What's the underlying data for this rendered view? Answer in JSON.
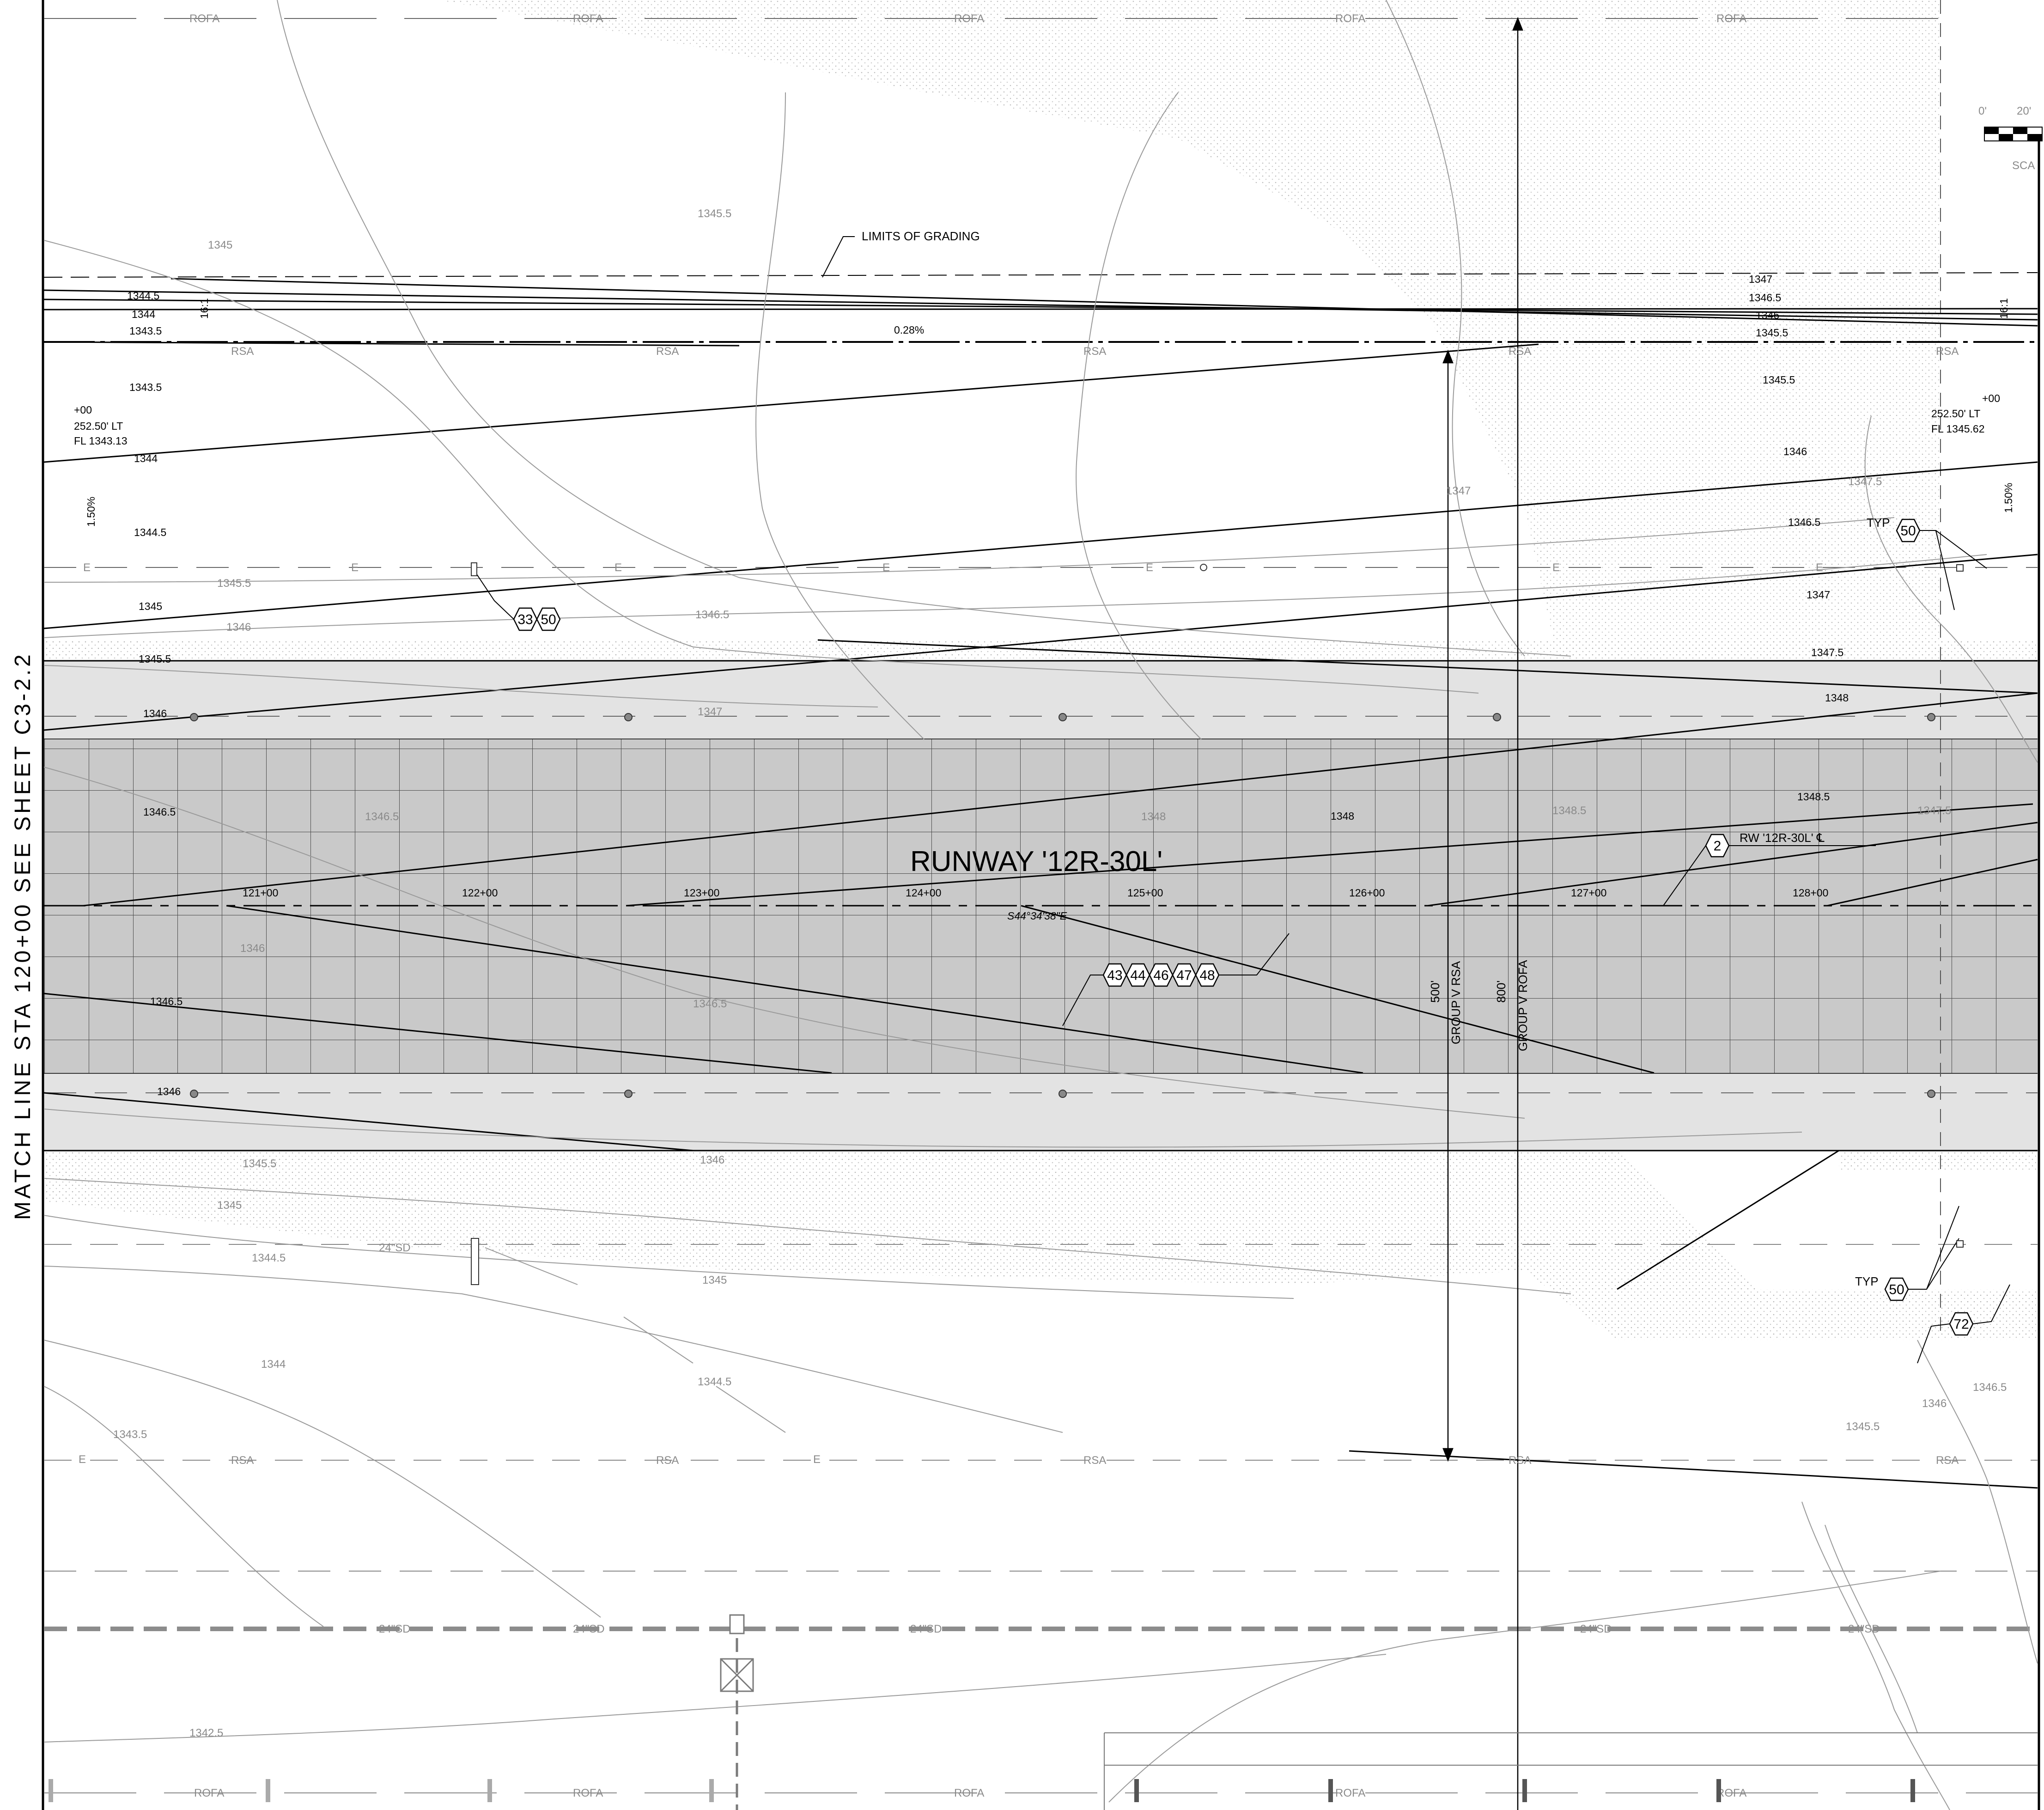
{
  "plan": {
    "match_line": "MATCH LINE STA 120+00 SEE SHEET C3-2.2",
    "runway_title": "RUNWAY '12R-30L'",
    "bearing": "S44°34'38\"E",
    "limits_of_grading": "LIMITS OF GRADING",
    "slope_top": "0.28%",
    "slope_left": "1.50%",
    "slope_right": "1.50%",
    "ratio_left": "16:1",
    "ratio_right": "16:1",
    "left_end": {
      "sta": "+00",
      "offset": "252.50' LT",
      "fl": "FL 1343.13"
    },
    "right_end": {
      "sta": "+00",
      "offset": "252.50' LT",
      "fl": "FL 1345.62"
    },
    "stations": [
      "121+00",
      "122+00",
      "123+00",
      "124+00",
      "125+00",
      "126+00",
      "127+00",
      "128+00"
    ],
    "dimension_rsa": {
      "length": "500'",
      "label": "GROUP V RSA"
    },
    "dimension_rofa": {
      "length": "800'",
      "label": "GROUP V ROFA"
    },
    "centerline_note": {
      "tag": "2",
      "text": "RW '12R-30L' ℄"
    },
    "typ_label": "TYP",
    "notes_upper": [
      "33",
      "50"
    ],
    "notes_typ_upper": "50",
    "notes_typ_lower": "50",
    "notes_cluster": [
      "43",
      "44",
      "46",
      "47",
      "48"
    ],
    "note_72": "72",
    "scale": {
      "zero": "0'",
      "twenty": "20'",
      "label": "SCA"
    },
    "line_labels": {
      "rofa": "ROFA",
      "rsa": "RSA",
      "edge": "E",
      "storm_drain": "24\"SD"
    },
    "contours_left": [
      "1344.5",
      "1344",
      "1343.5",
      "1343.5",
      "1344",
      "1344.5",
      "1345",
      "1345.5",
      "1346",
      "1346.5",
      "1346.5",
      "1346"
    ],
    "contours_right": [
      "1347",
      "1346.5",
      "1346",
      "1345.5",
      "1345.5",
      "1346",
      "1346.5",
      "1347",
      "1347.5",
      "1348",
      "1348.5",
      "1348"
    ],
    "existing_contours": [
      "1345",
      "1345.5",
      "1345.5",
      "1346",
      "1346.5",
      "1347",
      "1347",
      "1347.5",
      "1348",
      "1348.5",
      "1346.5",
      "1346.5",
      "1346",
      "1346",
      "1345.5",
      "1345",
      "1344.5",
      "1345",
      "1344.5",
      "1344",
      "1343.5",
      "1342.5",
      "1345.5",
      "1346",
      "1346.5",
      "1347.5"
    ]
  }
}
